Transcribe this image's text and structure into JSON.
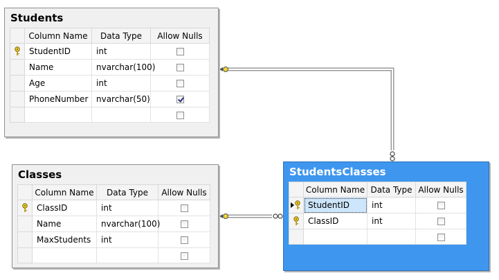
{
  "columns_header": {
    "column_name": "Column Name",
    "data_type": "Data Type",
    "allow_nulls": "Allow Nulls"
  },
  "tables": {
    "students": {
      "title": "Students",
      "rows": [
        {
          "name": "StudentID",
          "type": "int",
          "nulls": false,
          "pk": true
        },
        {
          "name": "Name",
          "type": "nvarchar(100)",
          "nulls": false,
          "pk": false
        },
        {
          "name": "Age",
          "type": "int",
          "nulls": false,
          "pk": false
        },
        {
          "name": "PhoneNumber",
          "type": "nvarchar(50)",
          "nulls": true,
          "pk": false
        }
      ]
    },
    "classes": {
      "title": "Classes",
      "rows": [
        {
          "name": "ClassID",
          "type": "int",
          "nulls": false,
          "pk": true
        },
        {
          "name": "Name",
          "type": "nvarchar(100)",
          "nulls": false,
          "pk": false
        },
        {
          "name": "MaxStudents",
          "type": "int",
          "nulls": false,
          "pk": false
        }
      ]
    },
    "students_classes": {
      "title": "StudentsClasses",
      "rows": [
        {
          "name": "StudentID",
          "type": "int",
          "nulls": false,
          "pk": true
        },
        {
          "name": "ClassID",
          "type": "int",
          "nulls": false,
          "pk": true
        }
      ]
    }
  },
  "colors": {
    "selected_table": "#3e96ef",
    "connector": "#555555",
    "key_fill": "#f2d230"
  },
  "icons": {
    "primary_key": "key-icon",
    "row_pointer": "arrow-icon",
    "relationship_one": "key-end-icon",
    "relationship_many": "infinity-icon"
  }
}
